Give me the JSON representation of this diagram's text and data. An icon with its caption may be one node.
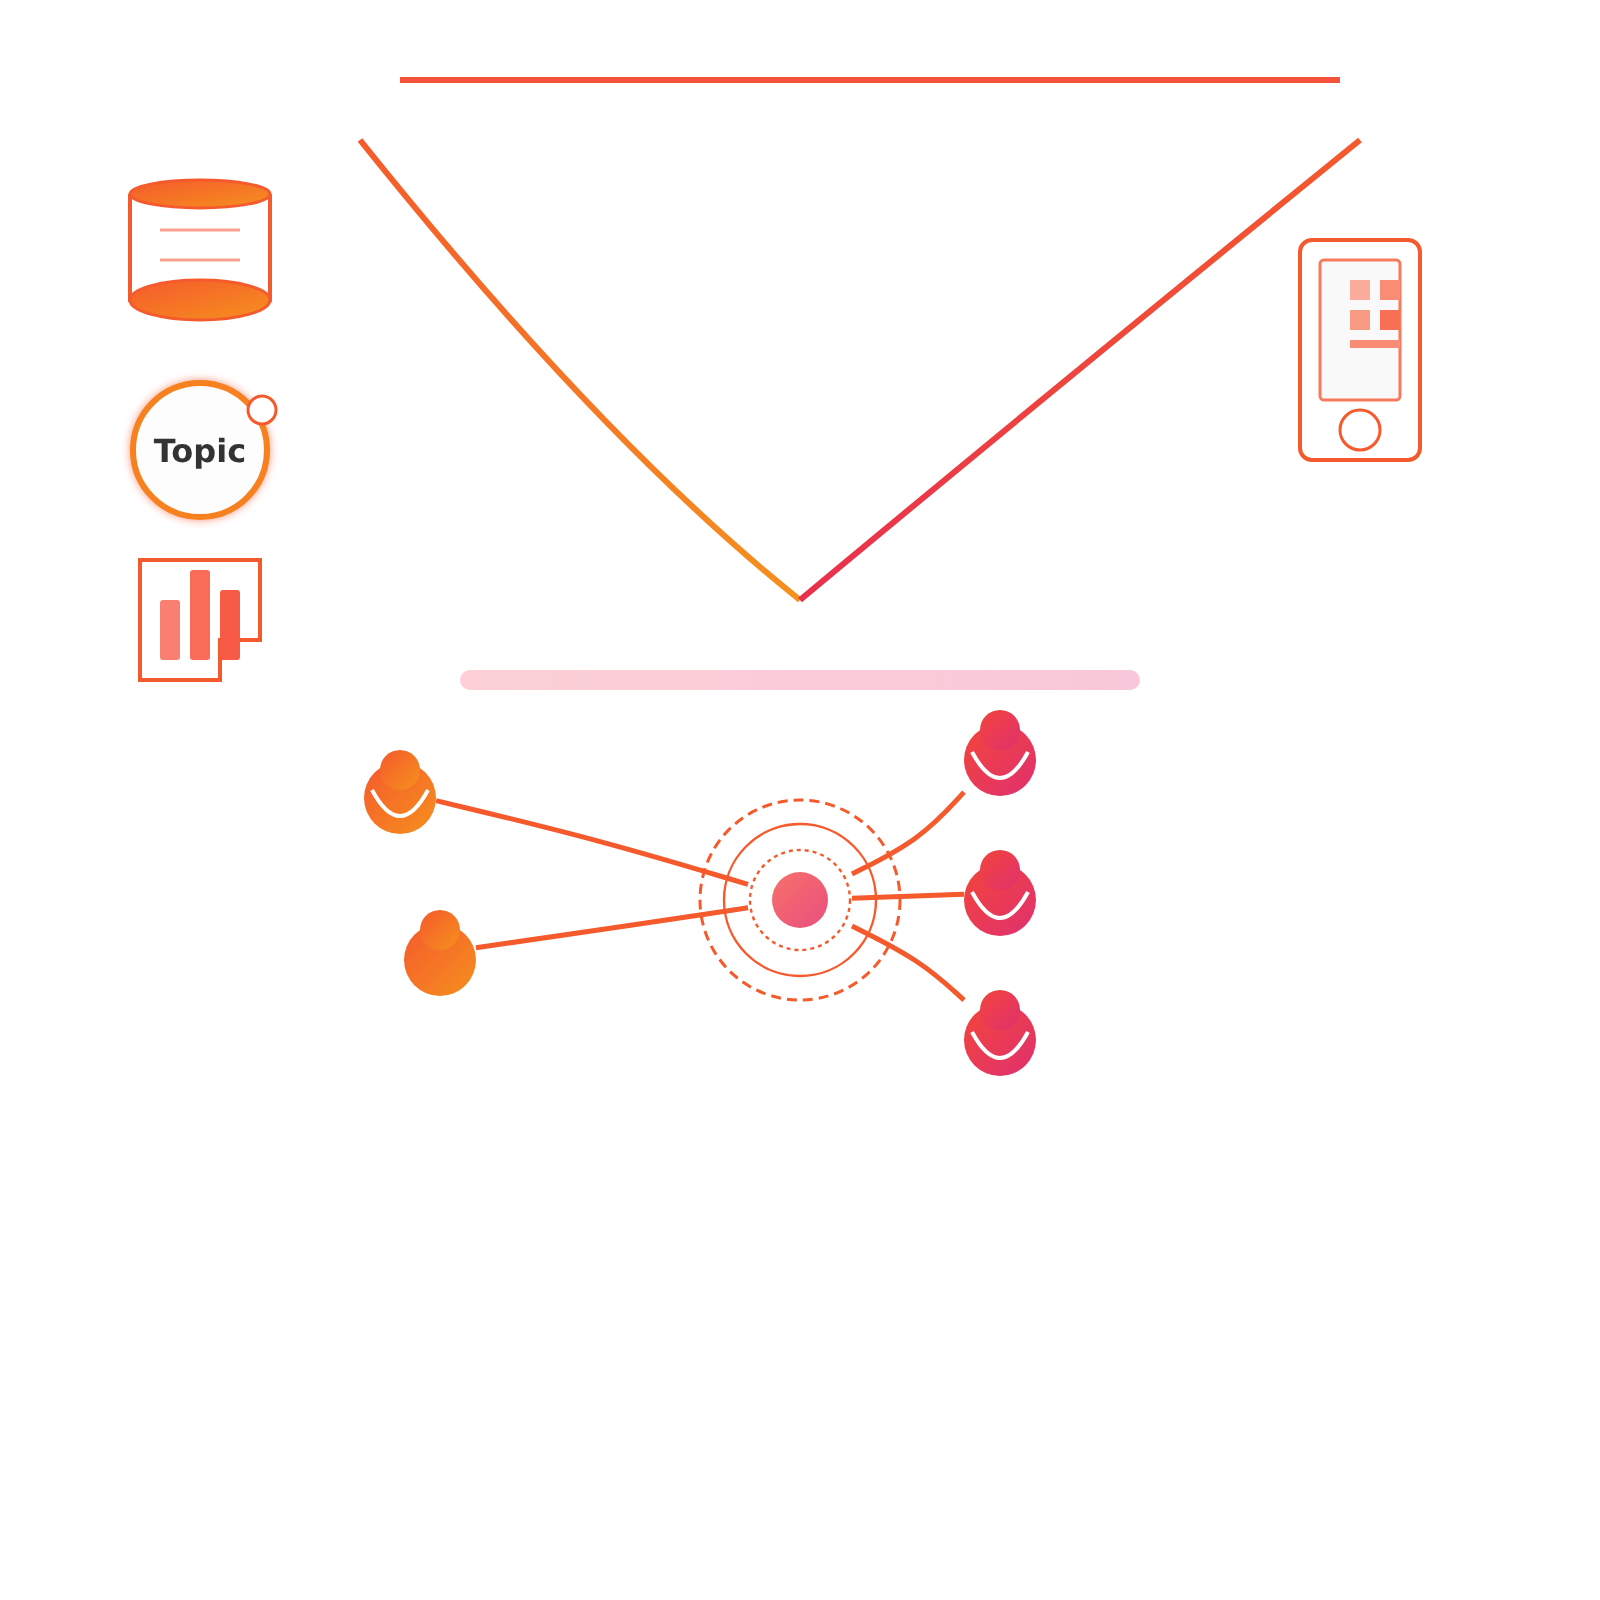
{
  "diagram": {
    "nodes": [
      {
        "text": [
          "Topic"
        ]
      },
      {
        "text": [],
        "shape": "person"
      },
      {
        "text": [],
        "shape": "person"
      },
      {
        "text": [],
        "shape": "circle"
      },
      {
        "text": [],
        "shape": "person"
      },
      {
        "text": [],
        "shape": "person"
      },
      {
        "text": [],
        "shape": "person"
      }
    ],
    "edges": [
      {
        "from": 1,
        "to": 3,
        "arrow": "none"
      },
      {
        "from": 2,
        "to": 3,
        "arrow": "none"
      },
      {
        "from": 3,
        "to": 4,
        "arrow": "none"
      },
      {
        "from": 3,
        "to": 5,
        "arrow": "none"
      },
      {
        "from": 3,
        "to": 6,
        "arrow": "none"
      }
    ]
  }
}
